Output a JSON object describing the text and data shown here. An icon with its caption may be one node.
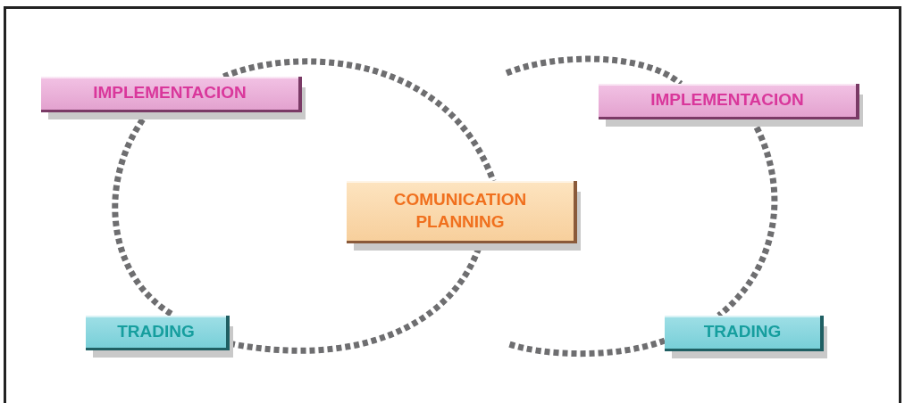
{
  "diagram": {
    "nodes": [
      {
        "text": [
          "IMPLEMENTACION"
        ]
      },
      {
        "text": [
          "IMPLEMENTACION"
        ]
      },
      {
        "text": [
          "COMUNICATION PLANNING"
        ]
      },
      {
        "text": [
          "TRADING"
        ]
      },
      {
        "text": [
          "TRADING"
        ]
      }
    ],
    "edges": [
      {
        "from": 0,
        "to": 2,
        "arrow": "none"
      },
      {
        "from": 0,
        "to": 3,
        "arrow": "none"
      },
      {
        "from": 3,
        "to": 2,
        "arrow": "none"
      },
      {
        "from": null,
        "to": 1,
        "arrow": "none"
      },
      {
        "from": 1,
        "to": 4,
        "arrow": "none"
      },
      {
        "from": 4,
        "to": null,
        "arrow": "none"
      }
    ]
  }
}
